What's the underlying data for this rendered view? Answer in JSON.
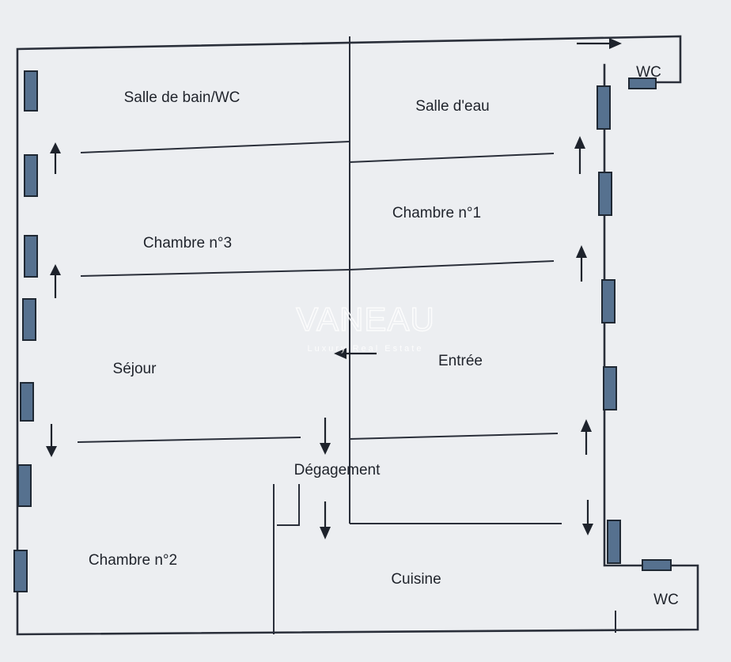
{
  "rooms": {
    "salle_de_bain_wc": "Salle de bain/WC",
    "salle_d_eau": "Salle d'eau",
    "wc_top": "WC",
    "chambre_1": "Chambre n°1",
    "chambre_3": "Chambre n°3",
    "sejour": "Séjour",
    "entree": "Entrée",
    "degagement": "Dégagement",
    "chambre_2": "Chambre n°2",
    "cuisine": "Cuisine",
    "wc_bottom": "WC"
  },
  "watermark": {
    "brand": "VANEAU",
    "tagline": "Luxury Real Estate"
  },
  "colors": {
    "background": "#eceef1",
    "walls": "#2a2f3a",
    "windows": "#56718f"
  }
}
